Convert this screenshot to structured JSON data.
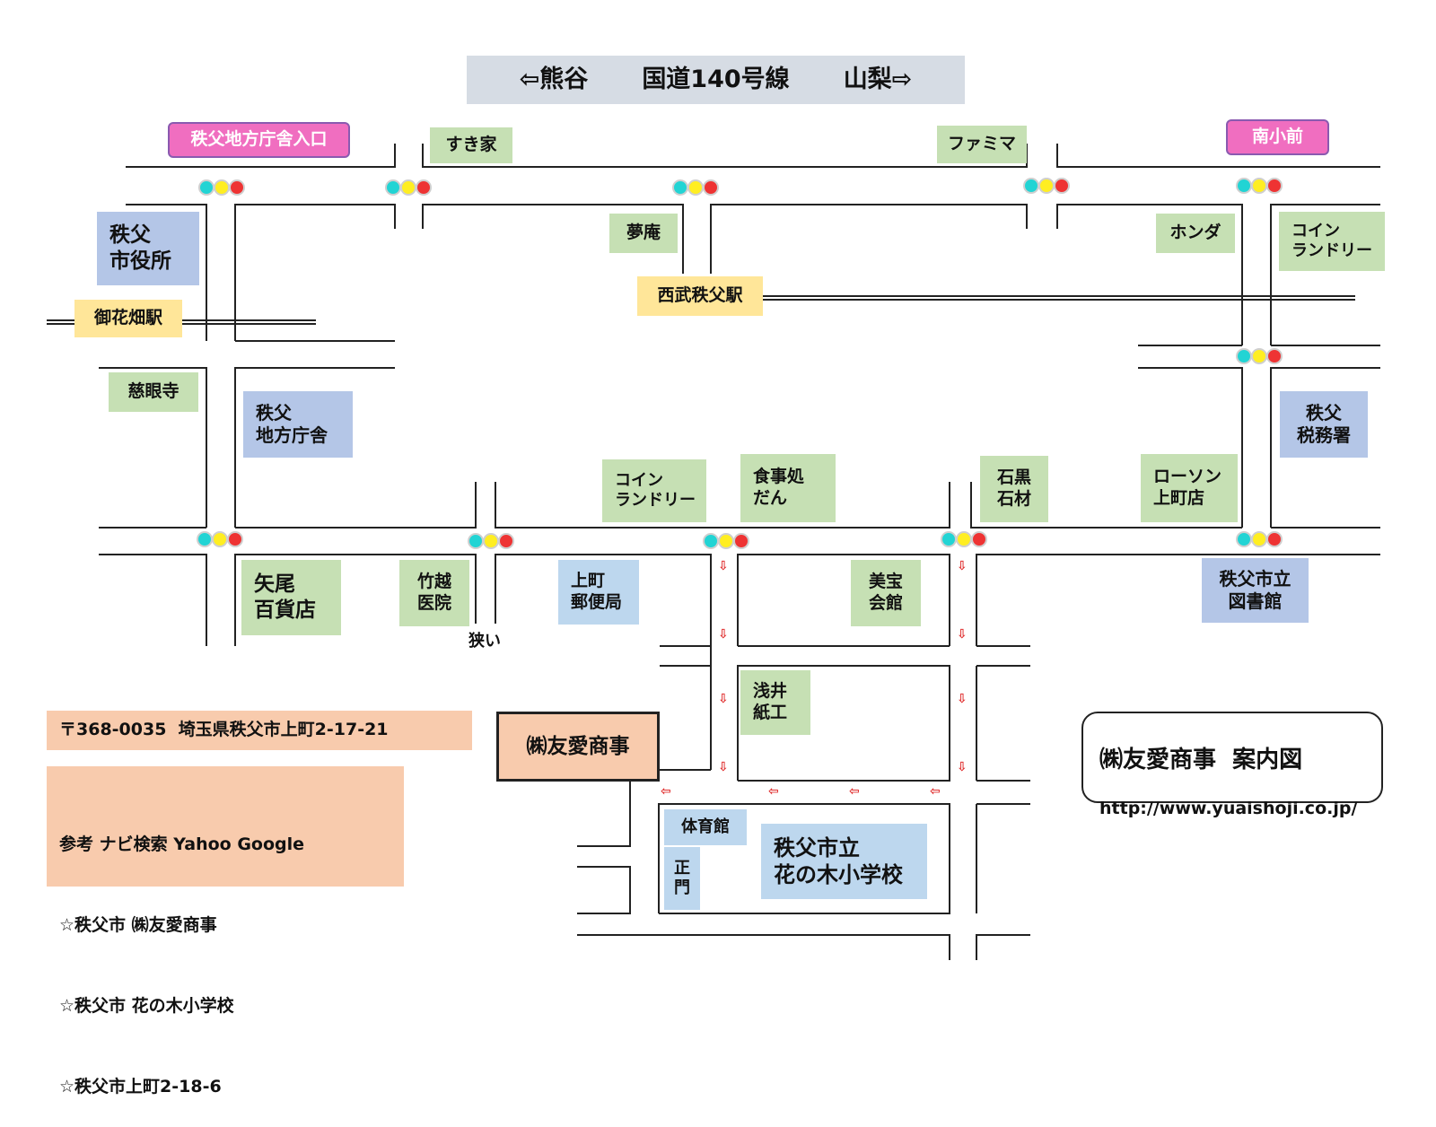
{
  "header": {
    "left": "⇦熊谷",
    "center": "国道140号線",
    "right": "山梨⇨"
  },
  "pins": {
    "chichibu_office_entrance": "秩父地方庁舎入口",
    "minami_sho_mae": "南小前"
  },
  "stores": {
    "sukiya": "すき家",
    "famima": "ファミマ",
    "yumean": "夢庵",
    "honda": "ホンダ",
    "coin_laundry_ne": "コイン\nランドリー",
    "jigenji": "慈眼寺",
    "coin_laundry_mid": "コイン\nランドリー",
    "shokujidokoro": "食事処\nだん",
    "ishiguro": "石黒\n石材",
    "lawson": "ローソン\n上町店",
    "yao": "矢尾\n百貨店",
    "takekoshi": "竹越\n医院",
    "mihou": "美宝\n会館",
    "asai": "浅井\n紙工"
  },
  "public": {
    "city_hall": "秩父\n市役所",
    "local_office": "秩父\n地方庁舎",
    "tax_office": "秩父\n税務署",
    "post_office": "上町\n郵便局",
    "library": "秩父市立\n図書館",
    "gym": "体育館",
    "gate": "正\n門",
    "school": "秩父市立\n花の木小学校"
  },
  "stations": {
    "hanabatake": "御花畑駅",
    "seibu": "西武秩父駅"
  },
  "note_narrow": "狭い",
  "company": "㈱友愛商事",
  "address": "〒368-0035  埼玉県秩父市上町2-17-21",
  "nav": {
    "line1": "参考 ナビ検索 Yahoo Google",
    "line2": "☆秩父市 ㈱友愛商事",
    "line3": "☆秩父市 花の木小学校",
    "line4": "☆秩父市上町2-18-6"
  },
  "title_box": {
    "title": "㈱友愛商事  案内図",
    "url": "http://www.yuaishoji.co.jp/"
  },
  "colors": {
    "road_line": "#222222",
    "header_bg": "#d6dce4",
    "store_bg": "#c6e0b4",
    "public_bg": "#b4c6e7",
    "station_bg": "#ffe699",
    "pin_bg": "#f06ec0",
    "info_bg": "#f8cbad",
    "signal_cyan": "#22d4d4",
    "signal_yellow": "#ffee22",
    "signal_red": "#ee3333",
    "arrow": "#e03030"
  }
}
